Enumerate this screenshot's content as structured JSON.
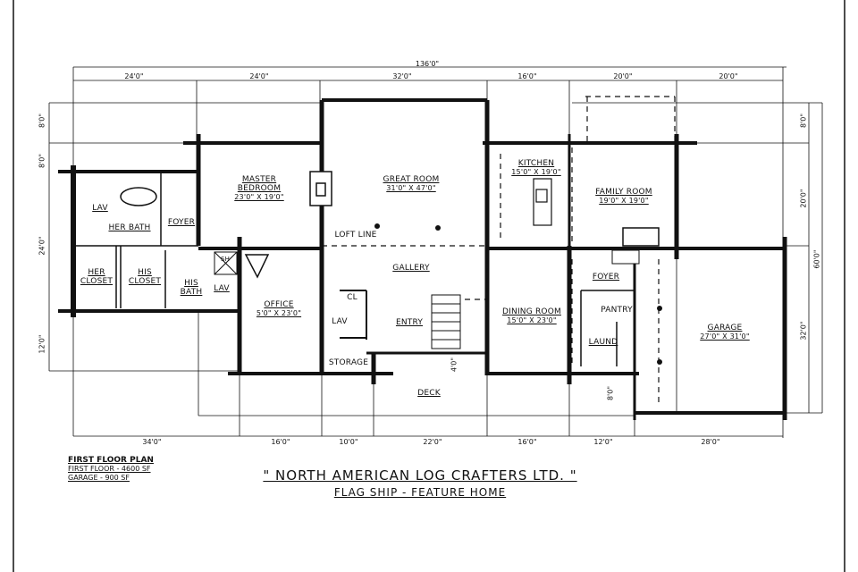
{
  "drawing": {
    "title": "\" NORTH AMERICAN LOG CRAFTERS LTD. \"",
    "subtitle": "FLAG SHIP - FEATURE HOME",
    "legend": {
      "heading": "FIRST FLOOR PLAN",
      "first_floor": "FIRST FLOOR - 4600 SF",
      "garage": "GARAGE - 900 SF"
    }
  },
  "dimensions": {
    "overall_width": "136'0\"",
    "top": [
      "24'0\"",
      "24'0\"",
      "32'0\"",
      "16'0\"",
      "20'0\"",
      "20'0\""
    ],
    "bottom": [
      "34'0\"",
      "16'0\"",
      "10'0\"",
      "22'0\"",
      "16'0\"",
      "12'0\"",
      "28'0\""
    ],
    "left": [
      "8'0\"",
      "8'0\"",
      "24'0\"",
      "12'0\""
    ],
    "right": [
      "8'0\"",
      "20'0\"",
      "32'0\""
    ],
    "right_overall": "60'0\"",
    "entry_step": "4'0\"",
    "laundry_step": "8'0\""
  },
  "rooms": [
    {
      "name": "MASTER",
      "name2": "BEDROOM",
      "size": "23'0\" X 19'0\""
    },
    {
      "name": "GREAT ROOM",
      "size": "31'0\" X 47'0\""
    },
    {
      "name": "KITCHEN",
      "size": "15'0\" X 19'0\""
    },
    {
      "name": "FAMILY ROOM",
      "size": "19'0\" X 19'0\""
    },
    {
      "name": "GALLERY"
    },
    {
      "name": "OFFICE",
      "size": "5'0\" X 23'0\""
    },
    {
      "name": "ENTRY"
    },
    {
      "name": "DINING ROOM",
      "size": "15'0\" X 23'0\""
    },
    {
      "name": "GARAGE",
      "size": "27'0\" X 31'0\""
    },
    {
      "name": "DECK"
    },
    {
      "name": "STORAGE"
    },
    {
      "name": "FOYER"
    },
    {
      "name": "PANTRY"
    },
    {
      "name": "LAUND"
    },
    {
      "name": "HER BATH"
    },
    {
      "name": "FOYER"
    },
    {
      "name": "LAV"
    },
    {
      "name": "HER",
      "name2": "CLOSET"
    },
    {
      "name": "HIS",
      "name2": "CLOSET"
    },
    {
      "name": "HIS",
      "name2": "BATH"
    },
    {
      "name": "LAV"
    },
    {
      "name": "LAV"
    },
    {
      "name": "CL"
    },
    {
      "name": "SH"
    }
  ],
  "annotations": {
    "loft_line": "LOFT LINE"
  }
}
